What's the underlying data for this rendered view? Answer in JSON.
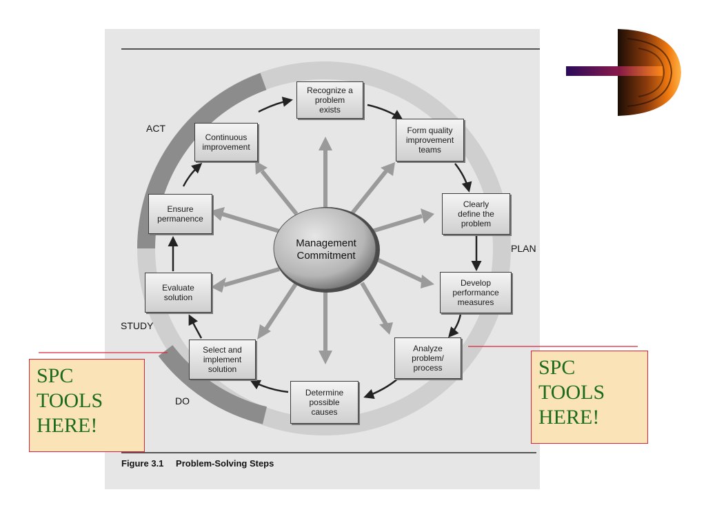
{
  "figure": {
    "caption_number": "Figure 3.1",
    "caption_title": "Problem-Solving Steps",
    "center_label": [
      "Management",
      "Commitment"
    ],
    "phases": {
      "act": "ACT",
      "plan": "PLAN",
      "study": "STUDY",
      "do": "DO"
    },
    "steps": [
      {
        "id": "recognize",
        "lines": [
          "Recognize a",
          "problem",
          "exists"
        ]
      },
      {
        "id": "form-teams",
        "lines": [
          "Form quality",
          "improvement",
          "teams"
        ]
      },
      {
        "id": "define",
        "lines": [
          "Clearly",
          "define the",
          "problem"
        ]
      },
      {
        "id": "measures",
        "lines": [
          "Develop",
          "performance",
          "measures"
        ]
      },
      {
        "id": "analyze",
        "lines": [
          "Analyze",
          "problem/",
          "process"
        ]
      },
      {
        "id": "causes",
        "lines": [
          "Determine",
          "possible",
          "causes"
        ]
      },
      {
        "id": "implement",
        "lines": [
          "Select and",
          "implement",
          "solution"
        ]
      },
      {
        "id": "evaluate",
        "lines": [
          "Evaluate",
          "solution"
        ]
      },
      {
        "id": "permanence",
        "lines": [
          "Ensure",
          "permanence"
        ]
      },
      {
        "id": "continuous",
        "lines": [
          "Continuous",
          "improvement"
        ]
      }
    ]
  },
  "callouts": {
    "left": [
      "SPC",
      "TOOLS",
      "HERE!"
    ],
    "right": [
      "SPC",
      "TOOLS",
      "HERE!"
    ]
  },
  "colors": {
    "callout_text": "#1c6b1c",
    "callout_border": "#d9223a",
    "callout_fill": "#fbe3b8",
    "ring_light": "#cfcfcf",
    "ring_dark": "#8c8c8c"
  }
}
